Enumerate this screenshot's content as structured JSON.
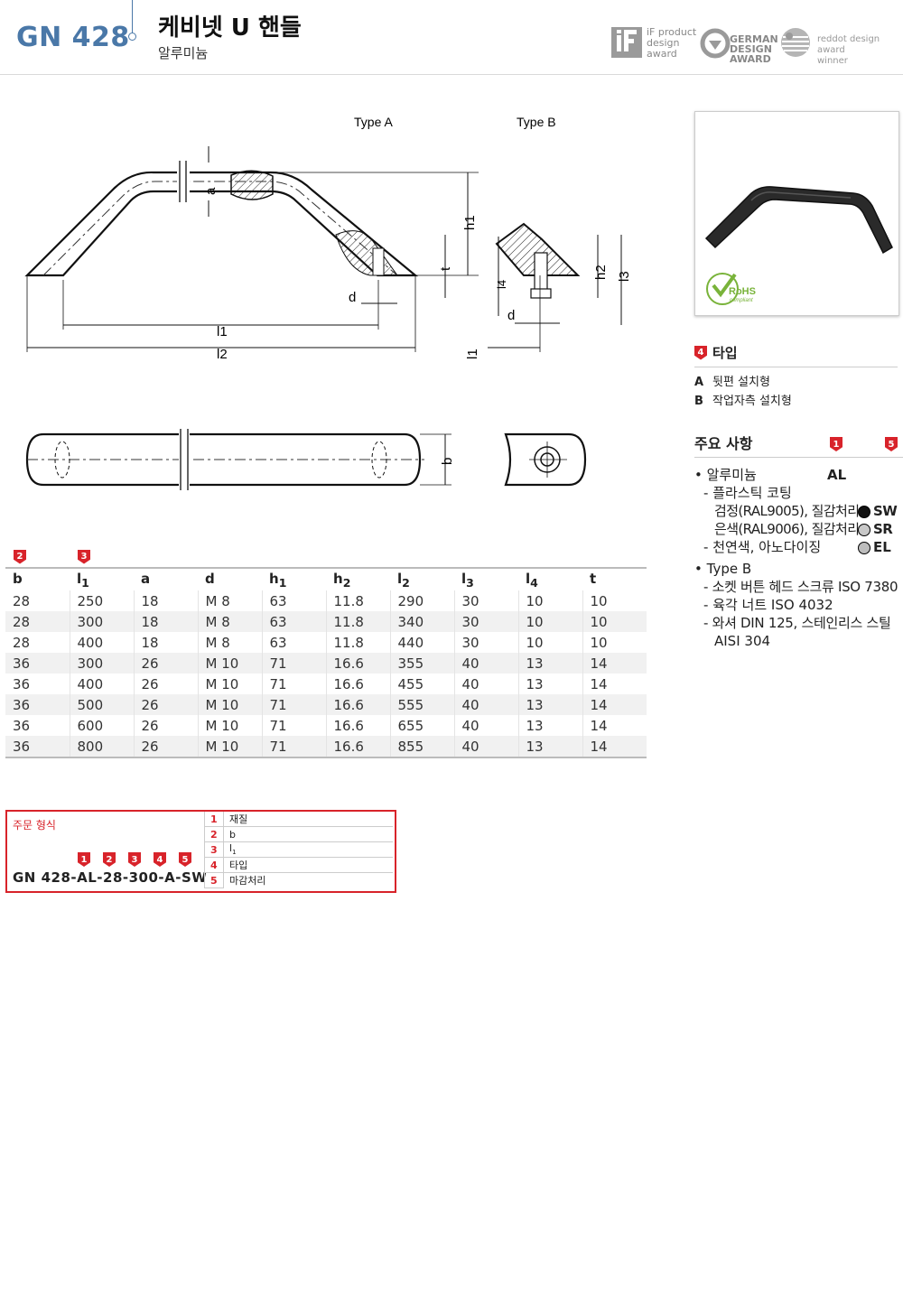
{
  "header": {
    "code": "GN 428",
    "title": "케비넷 U 핸들",
    "subtitle": "알루미늄",
    "awards": [
      {
        "name": "if-award",
        "lines": [
          "iF product",
          "design",
          "award"
        ]
      },
      {
        "name": "german-design-award",
        "lines": [
          "GERMAN",
          "DESIGN",
          "AWARD"
        ]
      },
      {
        "name": "reddot-award",
        "lines": [
          "reddot design award",
          "winner"
        ]
      }
    ]
  },
  "drawing": {
    "type_a": "Type A",
    "type_b": "Type B",
    "labels": {
      "a": "a",
      "h1": "h1",
      "t": "t",
      "d": "d",
      "l1": "l1",
      "l2": "l2",
      "h2": "h2",
      "l3": "l3",
      "l4": "l4",
      "b": "b"
    }
  },
  "table": {
    "marks": [
      {
        "col": "b",
        "num": "2"
      },
      {
        "col": "l1",
        "num": "3"
      }
    ],
    "headers": [
      "b",
      "l",
      "a",
      "d",
      "h",
      "h",
      "l",
      "l",
      "l",
      "t"
    ],
    "header_subs": [
      "",
      "1",
      "",
      "",
      "1",
      "2",
      "2",
      "3",
      "4",
      ""
    ],
    "rows": [
      [
        "28",
        "250",
        "18",
        "M  8",
        "63",
        "11.8",
        "290",
        "30",
        "10",
        "10"
      ],
      [
        "28",
        "300",
        "18",
        "M  8",
        "63",
        "11.8",
        "340",
        "30",
        "10",
        "10"
      ],
      [
        "28",
        "400",
        "18",
        "M  8",
        "63",
        "11.8",
        "440",
        "30",
        "10",
        "10"
      ],
      [
        "36",
        "300",
        "26",
        "M 10",
        "71",
        "16.6",
        "355",
        "40",
        "13",
        "14"
      ],
      [
        "36",
        "400",
        "26",
        "M 10",
        "71",
        "16.6",
        "455",
        "40",
        "13",
        "14"
      ],
      [
        "36",
        "500",
        "26",
        "M 10",
        "71",
        "16.6",
        "555",
        "40",
        "13",
        "14"
      ],
      [
        "36",
        "600",
        "26",
        "M 10",
        "71",
        "16.6",
        "655",
        "40",
        "13",
        "14"
      ],
      [
        "36",
        "800",
        "26",
        "M 10",
        "71",
        "16.6",
        "855",
        "40",
        "13",
        "14"
      ]
    ]
  },
  "photo": {
    "rohs": "RoHS",
    "rohs_sub": "compliant"
  },
  "types": {
    "mark": "4",
    "title": "타입",
    "items": [
      {
        "key": "A",
        "text": "뒷편 설치형"
      },
      {
        "key": "B",
        "text": "작업자측 설치형"
      }
    ]
  },
  "specs": {
    "title": "주요 사항",
    "mark1": "1",
    "mark5": "5",
    "material": "알루미늄",
    "material_code": "AL",
    "coating": "플라스틱 코팅",
    "finishes": [
      {
        "text": "검정(RAL9005), 질감처리",
        "code": "SW",
        "color": "#111111"
      },
      {
        "text": "은색(RAL9006), 질감처리",
        "code": "SR",
        "color": "#c8c8c8"
      }
    ],
    "anodized": "천연색, 아노다이징",
    "anodized_code": "EL",
    "anodized_color": "#bdbdbd",
    "type_b": "Type B",
    "type_b_items": [
      "소켓 버튼 헤드 스크류 ISO 7380",
      "육각 너트 ISO 4032",
      "와셔 DIN 125, 스테인리스 스틸",
      "AISI 304"
    ]
  },
  "order": {
    "label": "주문 형식",
    "marks": [
      "1",
      "2",
      "3",
      "4",
      "5"
    ],
    "code": "GN 428-AL-28-300-A-SW",
    "legend": [
      {
        "n": "1",
        "text": "재질"
      },
      {
        "n": "2",
        "text": "b"
      },
      {
        "n": "3",
        "text": "l",
        "sub": "1"
      },
      {
        "n": "4",
        "text": "타입"
      },
      {
        "n": "5",
        "text": "마감처리"
      }
    ]
  }
}
